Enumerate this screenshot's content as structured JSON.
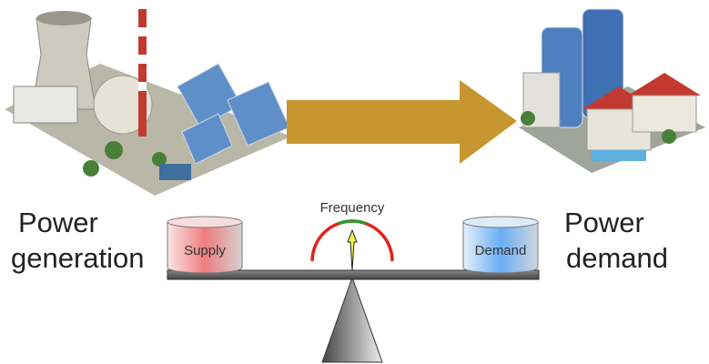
{
  "left_label": {
    "line1": "Power",
    "line2": "generation"
  },
  "right_label": {
    "line1": "Power",
    "line2": "demand"
  },
  "gauge_label": "Frequency",
  "supply_label": "Supply",
  "demand_label": "Demand",
  "colors": {
    "arrow": "#c8962e",
    "supply": "#ee7d7d",
    "demand": "#6aaef5",
    "gauge_red": "#e0231a",
    "gauge_green": "#2e9a2e",
    "needle": "#f5f24a"
  }
}
